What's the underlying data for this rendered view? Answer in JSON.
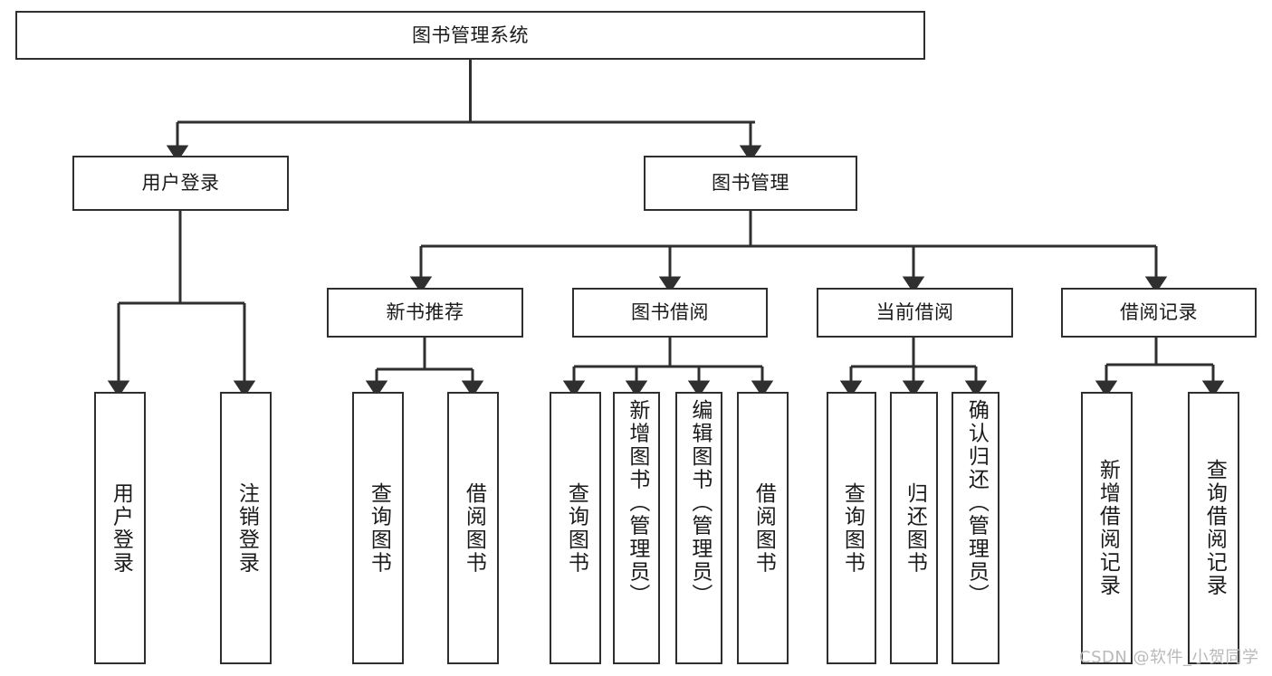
{
  "diagram": {
    "type": "tree-hierarchy-chart",
    "title": "图书管理系统",
    "orientation": "top-down",
    "colors": {
      "box_border": "#2f2f2f",
      "box_fill": "#ffffff",
      "connector": "#2f2f2f",
      "text": "#1a1a1a",
      "watermark": "#b9b9b9",
      "background": "#ffffff"
    },
    "root": {
      "label": "图书管理系统"
    },
    "level2": [
      {
        "id": "user-login",
        "label": "用户登录"
      },
      {
        "id": "book-management",
        "label": "图书管理"
      }
    ],
    "level3": [
      {
        "id": "new-book-recommend",
        "label": "新书推荐",
        "parent": "book-management"
      },
      {
        "id": "book-borrow",
        "label": "图书借阅",
        "parent": "book-management"
      },
      {
        "id": "current-borrow",
        "label": "当前借阅",
        "parent": "book-management"
      },
      {
        "id": "borrow-record",
        "label": "借阅记录",
        "parent": "book-management"
      }
    ],
    "leaves": {
      "user-login": [
        {
          "id": "leaf-user-login",
          "label": "用户登录"
        },
        {
          "id": "leaf-user-logout",
          "label": "注销登录"
        }
      ],
      "new-book-recommend": [
        {
          "id": "leaf-query-book-1",
          "label": "查询图书"
        },
        {
          "id": "leaf-borrow-book-1",
          "label": "借阅图书"
        }
      ],
      "book-borrow": [
        {
          "id": "leaf-query-book-2",
          "label": "查询图书"
        },
        {
          "id": "leaf-add-book",
          "label": "新增图书（管理员）"
        },
        {
          "id": "leaf-edit-book",
          "label": "编辑图书（管理员）"
        },
        {
          "id": "leaf-borrow-book-2",
          "label": "借阅图书"
        }
      ],
      "current-borrow": [
        {
          "id": "leaf-query-book-3",
          "label": "查询图书"
        },
        {
          "id": "leaf-return-book",
          "label": "归还图书"
        },
        {
          "id": "leaf-confirm-return",
          "label": "确认归还（管理员）"
        }
      ],
      "borrow-record": [
        {
          "id": "leaf-add-record",
          "label": "新增借阅记录"
        },
        {
          "id": "leaf-query-record",
          "label": "查询借阅记录"
        }
      ]
    }
  },
  "watermark": {
    "text": "CSDN @软件_小贺同学"
  }
}
